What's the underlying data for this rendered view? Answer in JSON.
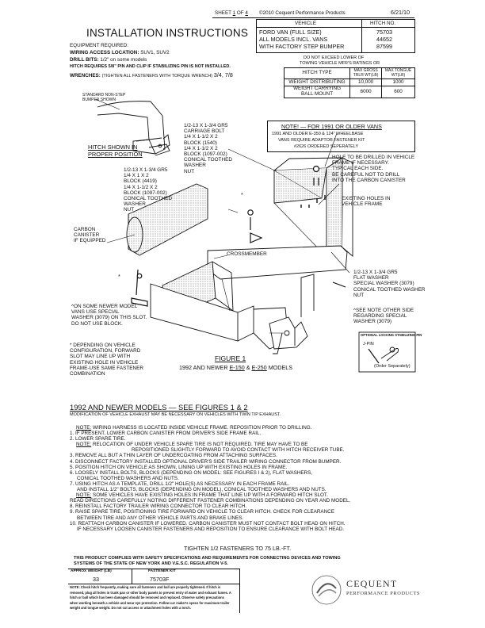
{
  "header": {
    "sheet_prefix": "SHEET",
    "sheet_num": "1",
    "sheet_of": "OF",
    "sheet_total": "4",
    "copyright": "©2010 Cequent Performance Products",
    "date": "6/21/10"
  },
  "title": "INSTALLATION INSTRUCTIONS",
  "vehicle_table": {
    "col_vehicle": "VEHICLE",
    "col_hitch": "HITCH NO.",
    "vehicle_lines": [
      "FORD VAN (FULL SIZE)",
      "ALL MODELS INCL. VANS",
      "WITH FACTORY STEP BUMPER"
    ],
    "hitch_numbers": [
      "75703",
      "44652",
      "87599"
    ]
  },
  "equipment": {
    "heading": "EQUIPMENT REQUIRED:",
    "wiring_label": "WIRING ACCESS LOCATION:",
    "wiring_value": "SUV1, SUV2",
    "drill_label": "DRILL BITS:",
    "drill_value": "1/2\" on some models",
    "pin_note": "HITCH REQUIRES 5/8\" PIN AND CLIP IF STABILIZING PIN IS NOT INSTALLED.",
    "wrench_label": "WRENCHES:",
    "wrench_note": "(TIGHTEN ALL FASTENERS WITH TORQUE WRENCH)",
    "wrench_value": "3/4, 7/8"
  },
  "ratings": {
    "caption_1": "DO NOT EXCEED LOWER OF",
    "caption_2": "TOWING VEHICLE MFR'S RATINGS OR",
    "head_type": "HITCH TYPE",
    "head_gross_1": "MAX GROSS",
    "head_gross_2": "TRLR WT(LB)",
    "head_tongue_1": "MAX TONGUE",
    "head_tongue_2": "WT(LB)",
    "rows": [
      {
        "type": "WEIGHT DISTRIBUTING",
        "gross": "10,000",
        "tongue": "1000"
      },
      {
        "type_1": "WEIGHT CARRYING",
        "type_2": "BALL MOUNT",
        "gross": "6000",
        "tongue": "600"
      }
    ]
  },
  "note_box": {
    "title": "NOTE! — FOR 1991 OR OLDER VANS",
    "lines": [
      "1991 AND OLDER E-350 & 124\" WHEELBASE",
      "VANS REQUIRE ADAPTOR FASTENER KIT",
      "#2626 ORDERED SEPERATELY"
    ]
  },
  "diagram": {
    "step_bumper": [
      "STANDARD NON-STEP",
      "BUMPER SHOWN"
    ],
    "hitch_proper": [
      "HITCH SHOWN IN",
      "PROPER POSITION"
    ],
    "fastener_top": [
      "1/2-13 X 1-3/4 GR5",
      "CARRIAGE BOLT",
      "1/4 X 1-1/2 X 2",
      "BLOCK (1540)",
      "1/4 X 1-1/2 X 2",
      "BLOCK (1097-002)",
      "CONICAL TOOTHED",
      "WASHER",
      "NUT"
    ],
    "fastener_mid": [
      "1/2-13 X 1-3/4 GR5",
      "1/4 X 1 X 2",
      "BLOCK (4419)",
      "1/4 X 1-1/2 X 2",
      "BLOCK (1097-002)",
      "CONICAL TOOTHED",
      "WASHER",
      "NUT"
    ],
    "drill_hole": [
      "HOLE TO BE DRILLED IN VEHICLE",
      "FRAME IF NECESSARY.",
      "TYPICAL EACH SIDE.",
      "BE CAREFUL NOT TO DRILL",
      "INTO THE CARBON CANISTER"
    ],
    "existing_holes": [
      "EXISTING HOLES IN",
      "VEHICLE FRAME"
    ],
    "carbon_canister": [
      "CARBON",
      "CANISTER",
      "IF EQUIPPED"
    ],
    "crossmember": "CROSSMEMBER",
    "fastener_right": [
      "1/2-13 X 1-3/4 GR5",
      "FLAT WASHER",
      "SPECIAL WASHER (3079)",
      "CONICAL TOOTHED WASHER",
      "NUT"
    ],
    "see_notes": [
      "^SEE NOTE OTHER SIDE",
      "REGARDING SPECIAL",
      "WASHER (3079)"
    ],
    "newer_models": [
      "^ON SOME NEWER MODEL",
      "VANS USE SPECIAL",
      "WASHER (3079) ON THIS SLOT.",
      "DO NOT USE BLOCK."
    ],
    "depending": [
      "* DEPENDING ON VEHICLE",
      "CONFIGURATION, FORWARD",
      "SLOT MAY LINE UP WITH",
      "EXISTING HOLE IN VEHICLE",
      "FRAME-USE SAME FASTENER",
      "COMBINATION"
    ],
    "figure_title": "FIGURE 1",
    "figure_sub_prefix": "1992 AND NEWER",
    "figure_sub_e150": "E-150",
    "figure_sub_amp": "&",
    "figure_sub_e250": "E-250",
    "figure_sub_suffix": "MODELS",
    "pin_box_title": "OPTIONAL LOCKING STABILIZING PIN",
    "jpin": "J-PIN",
    "order_sep": "(Order Separately)",
    "asterisk": "*"
  },
  "section_title": "1992 AND NEWER MODELS — SEE FIGURES 1 & 2",
  "exhaust_note": "MODIFICATION OF VEHICLE EXHAUST MAY BE NECESSARY ON VEHICLES WITH TWIN TIP EXHAUST.",
  "steps": [
    {
      "kind": "note",
      "label": "NOTE:",
      "text": "WIRING HARNESS IS LOCATED INSIDE VEHICLE FRAME.  REPOSITION PRIOR TO DRILLING."
    },
    {
      "kind": "line",
      "text": "1. IF PRESENT, LOWER CARBON CANISTER FROM DRIVER'S SIDE FRAME RAIL."
    },
    {
      "kind": "line",
      "text": "2. LOWER SPARE TIRE."
    },
    {
      "kind": "note",
      "label": "NOTE:",
      "text": "RELOCATION OF UNDER VEHICLE SPARE TIRE IS NOT REQUIRED.  TIRE MAY HAVE TO BE"
    },
    {
      "kind": "cont",
      "text": "REPOSITIONED SLIGHTLY FORWARD TO AVOID CONTACT WITH HITCH RECEIVER TUBE."
    },
    {
      "kind": "line",
      "text": "3. REMOVE ALL BUT A THIN LAYER OF UNDERCOATING FROM ATTACHING SURFACES."
    },
    {
      "kind": "line",
      "text": "4. DISCONNECT FACTORY INSTALLED OPTIONAL DRIVER'S SIDE TRAILER WIRING CONNECTOR FROM BUMPER."
    },
    {
      "kind": "line",
      "text": "5. POSITION HITCH ON VEHICLE AS SHOWN, LINING UP WITH EXISTING HOLES IN FRAME."
    },
    {
      "kind": "line",
      "text": "6. LOOSELY INSTALL BOLTS, BLOCKS (DEPENDING ON MODEL: SEE FIGURES I & 2), FLAT WASHERS,"
    },
    {
      "kind": "cont",
      "text": "CONICAL TOOTHED WASHERS AND NUTS."
    },
    {
      "kind": "line",
      "text": "7. USING HITCH AS A TEMPLATE, DRILL 1/2\" HOLE(S) AS NECESSARY IN EACH FRAME RAIL."
    },
    {
      "kind": "cont",
      "text": "AND INSTALL 1/2\" BOLTS, BLOCKS (DEPENDING ON MODEL), CONICAL TOOTHED WASHERS AND NUTS."
    },
    {
      "kind": "note",
      "label": "NOTE:",
      "text": "SOME VEHICLES HAVE EXISTING HOLES IN FRAME THAT LINE UP WITH A FORWARD HITCH SLOT."
    },
    {
      "kind": "flush",
      "text": "READ DIRECTIONS CAREFULLY NOTING DIFFERENT FASTENER COMBINATIONS DEPENDING ON YEAR AND MODEL."
    },
    {
      "kind": "line",
      "text": "8. REINSTALL FACTORY TRAILER WIRING CONNECTOR TO CLEAR HITCH."
    },
    {
      "kind": "line",
      "text": "9. RAISE SPARE TIRE, POSITIONING TIRE FORWARD ON VEHICLE TO CLEAR HITCH. CHECK FOR CLEARANCE"
    },
    {
      "kind": "cont",
      "text": "BETWEEN TIRE AND ANY OTHER VEHICLE PARTS AND BRAKE LINES."
    },
    {
      "kind": "line",
      "text": "10. REATTACH CARBON CANISTER IF LOWERED. CARBON CANISTER MUST NOT CONTACT BOLT HEAD ON HITCH."
    },
    {
      "kind": "cont",
      "text": "IF NECESSARY LOOSEN CANISTER FASTENERS AND REPOSITION TO ENSURE CLEARANCE WITH BOLT HEAD."
    }
  ],
  "torque": "TIGHTEN 1/2 FASTENERS TO 75 LB.-FT.",
  "compliance": [
    "THIS PRODUCT COMPLIES WITH SAFETY SPECIFICATIONS AND REQUIREMENTS FOR CONNECTING DEVICES AND TOWING",
    "SYSTEMS OF THE STATE OF NEW YORK AND V.E.S.C. REGULATION V-5."
  ],
  "footer": {
    "time_label": "APPROX WEIGHT (LB)",
    "time_value": "33",
    "kit_label": "FASTENER KIT",
    "kit_value": "75703F",
    "safety_lines": [
      "NOTE: Check hitch frequently, making sure all fasteners and ball are properly tightened. If hitch is",
      "removed, plug all holes in trunk pan or other body panels to prevent entry of water and exhaust fumes. A",
      "hitch or ball which has been damaged should be removed and replaced. Observe safety precautions",
      "when working beneath a vehicle and wear eye protection. Follow car maker's specs for maximum trailer",
      "weight and tongue weight. Do not cut access or attachment holes with a torch."
    ],
    "brand": "CEQUENT",
    "brand_sub": "PERFORMANCE PRODUCTS"
  }
}
